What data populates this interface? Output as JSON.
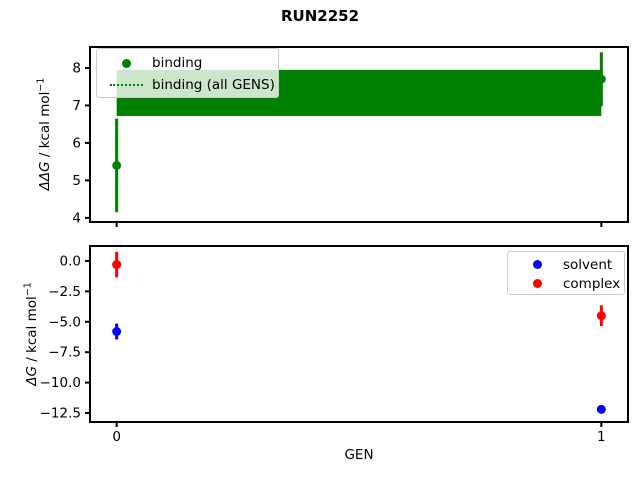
{
  "figure": {
    "title": "RUN2252",
    "background": "#ffffff"
  },
  "chart_data": [
    {
      "id": "binding-chart",
      "type": "scatter",
      "ylabel": {
        "math": "ΔΔG",
        "rest": " / kcal mol",
        "sup": "−1"
      },
      "xlim": [
        -0.055,
        1.055
      ],
      "ylim": [
        3.89,
        8.56
      ],
      "yticks": {
        "values": [
          4,
          5,
          6,
          7,
          8
        ],
        "labels": [
          "4",
          "5",
          "6",
          "7",
          "8"
        ]
      },
      "xticks": {
        "values": [
          0,
          1
        ],
        "labels": [
          "",
          ""
        ]
      },
      "series": [
        {
          "name": "binding",
          "color": "#008000",
          "marker": "circle",
          "points": [
            {
              "x": 0,
              "y": 5.4,
              "yerr": 1.25
            },
            {
              "x": 1,
              "y": 7.7,
              "yerr": 0.72
            }
          ]
        }
      ],
      "band": {
        "name": "binding (all GENS)",
        "color": "#008000",
        "x0": 0,
        "x1": 1,
        "lower": 6.72,
        "upper": 7.95,
        "mean": 7.34,
        "line_style": "dotted"
      },
      "legend": {
        "position": "top-left",
        "entries": [
          {
            "label": "binding",
            "swatch": "dot",
            "color": "#008000"
          },
          {
            "label": "binding (all GENS)",
            "swatch": "dotted-line",
            "color": "#008000"
          }
        ]
      }
    },
    {
      "id": "dg-chart",
      "type": "scatter",
      "xlabel": "GEN",
      "ylabel": {
        "math": "ΔG",
        "rest": " / kcal mol",
        "sup": "−1"
      },
      "xlim": [
        -0.055,
        1.055
      ],
      "ylim": [
        -13.24,
        1.23
      ],
      "yticks": {
        "values": [
          0,
          -2.5,
          -5,
          -7.5,
          -10,
          -12.5
        ],
        "labels": [
          "0.0",
          "−2.5",
          "−5.0",
          "−7.5",
          "−10.0",
          "−12.5"
        ]
      },
      "xticks": {
        "values": [
          0,
          1
        ],
        "labels": [
          "0",
          "1"
        ]
      },
      "series": [
        {
          "name": "solvent",
          "color": "#0000ff",
          "marker": "circle",
          "points": [
            {
              "x": 0,
              "y": -5.8,
              "yerr": 0.65
            },
            {
              "x": 1,
              "y": -12.2,
              "yerr": 0.25
            }
          ]
        },
        {
          "name": "complex",
          "color": "#ff0000",
          "marker": "circle",
          "points": [
            {
              "x": 0,
              "y": -0.3,
              "yerr": 1.05
            },
            {
              "x": 1,
              "y": -4.5,
              "yerr": 0.85
            }
          ]
        }
      ],
      "legend": {
        "position": "top-right",
        "entries": [
          {
            "label": "solvent",
            "swatch": "dot",
            "color": "#0000ff"
          },
          {
            "label": "complex",
            "swatch": "dot",
            "color": "#ff0000"
          }
        ]
      }
    }
  ]
}
